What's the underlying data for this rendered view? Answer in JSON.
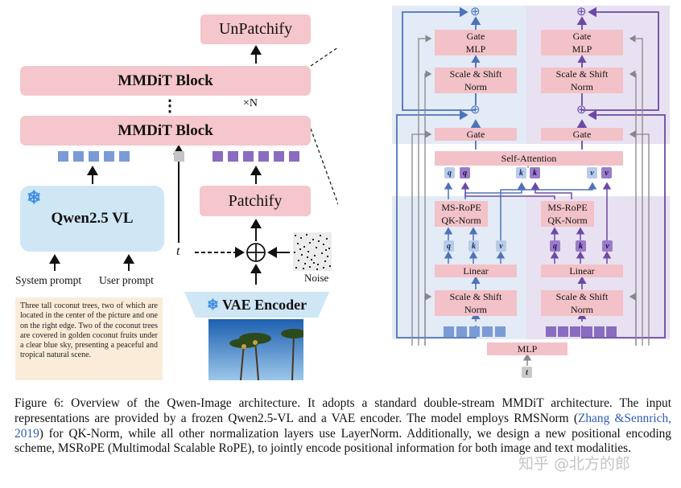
{
  "left": {
    "unpatchify": "UnPatchify",
    "mmdit_top": "MMDiT Block",
    "mmdit_bottom": "MMDiT Block",
    "vdots": "⋮",
    "times_n": "×N",
    "qwen": "Qwen2.5 VL",
    "patchify": "Patchify",
    "t_label": "t",
    "noise_label": "Noise",
    "vae_encoder": "VAE Encoder",
    "system_prompt": "System prompt",
    "user_prompt": "User prompt",
    "prompt_text": "Three tall coconut trees, two of which are located in the center of the picture and one on the right edge. Two of the coconut trees are covered in golden coconut fruits under a clear blue sky, presenting a peaceful and tropical natural scene."
  },
  "right": {
    "gate": "Gate",
    "mlp": "MLP",
    "scale_shift": "Scale & Shift",
    "norm": "Norm",
    "self_attention": "Self-Attention",
    "ms_rope": "MS-RoPE",
    "qk_norm": "QK-Norm",
    "linear": "Linear",
    "bottom_mlp": "MLP",
    "t_label": "t",
    "q": "q",
    "k": "k",
    "v": "v",
    "plus": "⊕"
  },
  "caption": {
    "part1": "Figure 6: Overview of the Qwen-Image architecture. It adopts a standard double-stream MMDiT architecture. The input representations are provided by a frozen Qwen2.5-VL and a VAE encoder. The model employs RMSNorm (",
    "cite": "Zhang &Sennrich, 2019",
    "part2": ") for QK-Norm, while all other normalization layers use LayerNorm. Additionally, we design a new positional encoding scheme, MSRoPE (Multimodal Scalable RoPE), to jointly encode positional information for both image and text modalities."
  },
  "watermark": "知乎 @北方的郎",
  "colors": {
    "block_pink": "#f5c6cb",
    "text_token_blue": "#7b9bd6",
    "image_token_purple": "#8a6cc0",
    "qwen_blue": "#cfe6f5",
    "prompt_bg": "#fbecd9"
  }
}
